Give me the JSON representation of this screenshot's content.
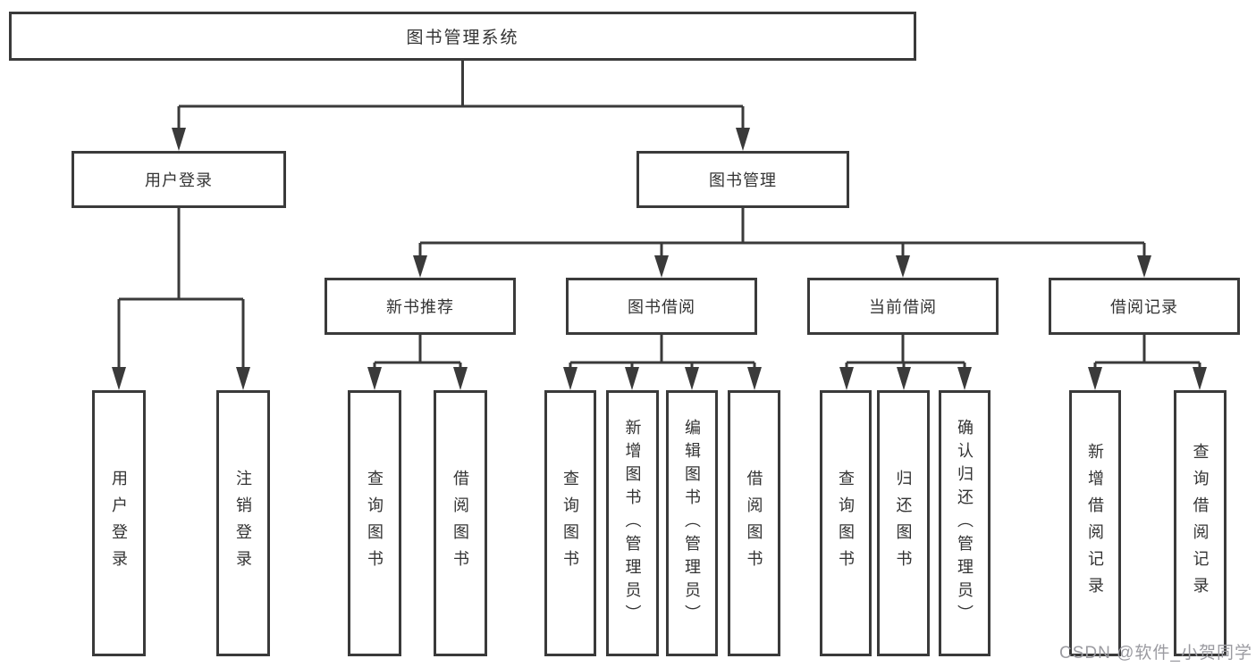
{
  "diagram": {
    "root": {
      "label": "图书管理系统"
    },
    "branches": [
      {
        "label": "用户登录",
        "children": [
          {
            "label": "用户登录"
          },
          {
            "label": "注销登录"
          }
        ]
      },
      {
        "label": "图书管理",
        "children": [
          {
            "label": "新书推荐",
            "children": [
              {
                "label": "查询图书"
              },
              {
                "label": "借阅图书"
              }
            ]
          },
          {
            "label": "图书借阅",
            "children": [
              {
                "label": "查询图书"
              },
              {
                "label": "新增图书（管理员）"
              },
              {
                "label": "编辑图书（管理员）"
              },
              {
                "label": "借阅图书"
              }
            ]
          },
          {
            "label": "当前借阅",
            "children": [
              {
                "label": "查询图书"
              },
              {
                "label": "归还图书"
              },
              {
                "label": "确认归还（管理员）"
              }
            ]
          },
          {
            "label": "借阅记录",
            "children": [
              {
                "label": "新增借阅记录"
              },
              {
                "label": "查询借阅记录"
              }
            ]
          }
        ]
      }
    ]
  },
  "watermark": {
    "text": "CSDN @软件_小贺同学"
  },
  "colors": {
    "line": "#3a3a3a",
    "text": "#333333",
    "watermark": "#9b9ba1",
    "background": "#ffffff"
  }
}
